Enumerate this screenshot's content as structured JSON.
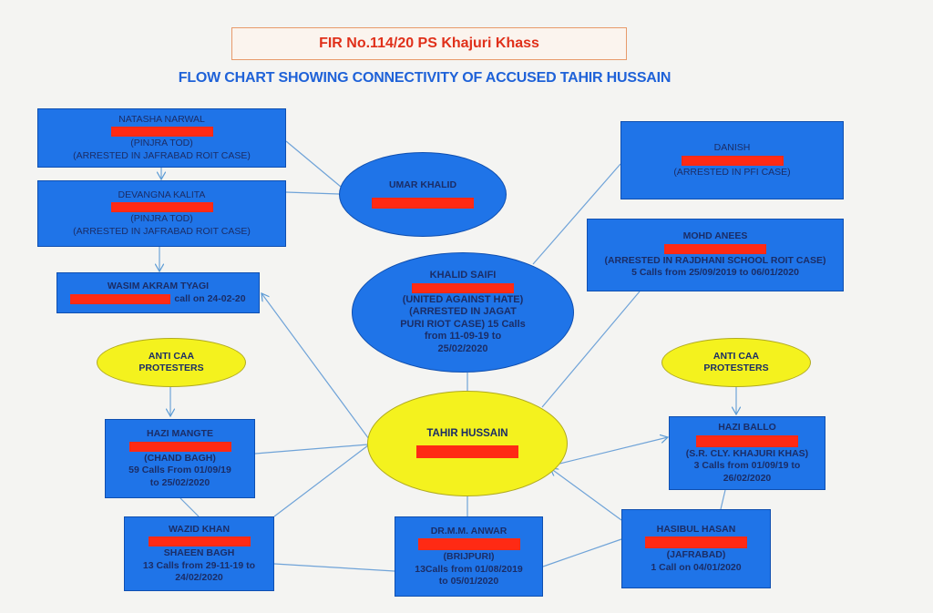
{
  "title": "FIR No.114/20 PS Khajuri Khass",
  "subtitle": "FLOW CHART SHOWING CONNECTIVITY OF ACCUSED TAHIR HUSSAIN",
  "nodes": {
    "natasha": {
      "name": "NATASHA NARWAL",
      "lines": [
        "(PINJRA TOD)",
        "(ARRESTED IN JAFRABAD ROIT CASE)"
      ]
    },
    "devangna": {
      "name": "DEVANGNA KALITA",
      "lines": [
        "(PINJRA TOD)",
        "(ARRESTED IN JAFRABAD ROIT CASE)"
      ]
    },
    "wasim": {
      "name": "WASIM AKRAM TYAGI",
      "lines": [
        "call on 24-02-20"
      ]
    },
    "umar": {
      "name": "UMAR KHALID"
    },
    "saifi": {
      "name": "KHALID SAIFI",
      "lines": [
        "(UNITED AGAINST HATE)",
        "(ARRESTED IN JAGAT",
        "PURI RIOT CASE) 15 Calls",
        "from 11-09-19 to",
        "25/02/2020"
      ]
    },
    "danish": {
      "name": "DANISH",
      "lines": [
        "(ARRESTED IN PFI CASE)"
      ]
    },
    "anees": {
      "name": "MOHD ANEES",
      "lines": [
        "(ARRESTED IN RAJDHANI SCHOOL  ROIT CASE)",
        "5 Calls from 25/09/2019 to 06/01/2020"
      ]
    },
    "anti_left": {
      "lines": [
        "ANTI CAA",
        "PROTESTERS"
      ]
    },
    "anti_right": {
      "lines": [
        "ANTI CAA",
        "PROTESTERS"
      ]
    },
    "tahir": {
      "name": "TAHIR HUSSAIN"
    },
    "mangte": {
      "name": "HAZI MANGTE",
      "lines": [
        "(CHAND BAGH)",
        "59 Calls  From 01/09/19",
        "to 25/02/2020"
      ]
    },
    "wazid": {
      "name": "WAZID KHAN",
      "lines": [
        "SHAEEN BAGH",
        "13 Calls from 29-11-19 to",
        "24/02/2020"
      ]
    },
    "anwar": {
      "name": "DR.M.M. ANWAR",
      "lines": [
        "(BRIJPURI)",
        "13Calls from 01/08/2019",
        "to 05/01/2020"
      ]
    },
    "hasibul": {
      "name": "HASIBUL HASAN",
      "lines": [
        "(JAFRABAD)",
        "1 Call on 04/01/2020"
      ]
    },
    "ballo": {
      "name": "HAZI BALLO",
      "lines": [
        "(S.R. CLY. KHAJURI KHAS)",
        "3 Calls from 01/09/19 to",
        "26/02/2020"
      ]
    }
  },
  "colors": {
    "box": "#1f74e8",
    "ellipse_yellow": "#f4f21e",
    "redaction": "#ff2a14",
    "title": "#e0301a",
    "subtitle": "#1f62d8"
  }
}
